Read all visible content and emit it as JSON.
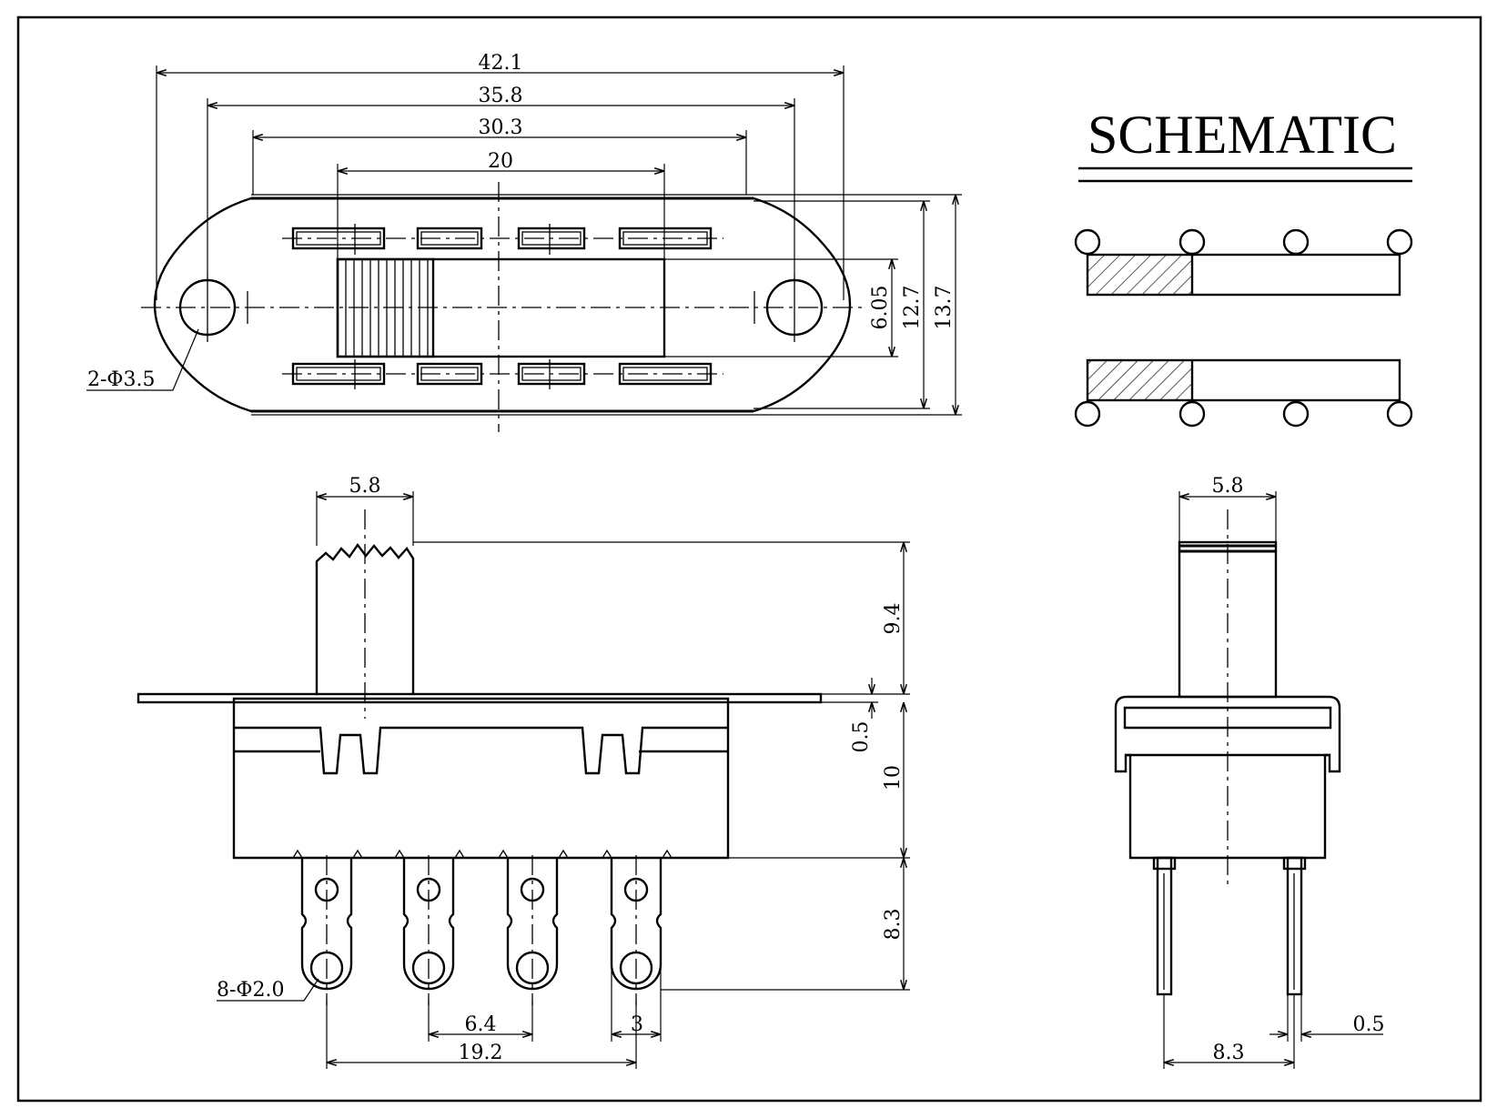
{
  "title": "SCHEMATIC",
  "top_view": {
    "dim_overall": "42.1",
    "dim_mount_holes": "35.8",
    "dim_plate": "30.3",
    "dim_slot_span": "20",
    "dim_slider_width": "6.05",
    "dim_body_width": "12.7",
    "dim_plate_width": "13.7",
    "hole_callout": "2-Φ3.5"
  },
  "front_view": {
    "dim_actuator_width": "5.8",
    "dim_actuator_height": "9.4",
    "dim_plate_thickness": "0.5",
    "dim_body_height": "10",
    "dim_terminal_length": "8.3",
    "terminal_callout": "8-Φ2.0",
    "dim_terminal_pitch": "6.4",
    "dim_terminal_width": "3",
    "dim_terminal_span": "19.2"
  },
  "side_view": {
    "dim_actuator_width": "5.8",
    "dim_pin_thickness": "0.5",
    "dim_pin_spacing": "8.3"
  }
}
